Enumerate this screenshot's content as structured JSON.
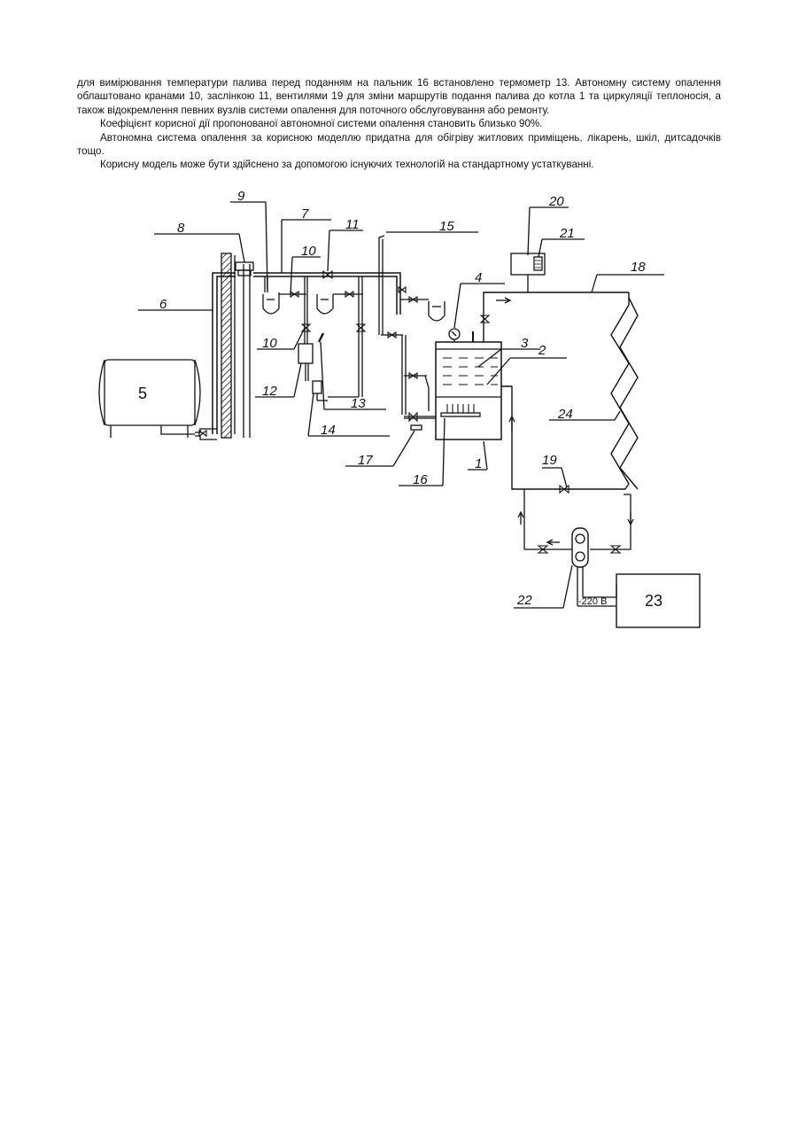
{
  "text": {
    "paragraphs": [
      "для вимірювання температури палива перед поданням на пальник 16 встановлено термометр 13. Автономну систему опалення облаштовано кранами 10, заслінкою 11, вентилями 19 для зміни маршрутів подання палива до котла 1 та циркуляції теплоносія, а також відокремлення певних вузлів системи опалення для поточного обслуговування або ремонту.",
      "Коефіцієнт корисної дії пропонованої автономної системи опалення становить близько 90%.",
      "Автономна система опалення за корисною моделлю придатна для обігріву житлових приміщень, лікарень, шкіл, дитсадочків тощо.",
      "Корисну модель може бути здійснено за допомогою існуючих технологій на стандартному устаткуванні."
    ]
  },
  "figure": {
    "labels": {
      "n1": "1",
      "n2": "2",
      "n3": "3",
      "n4": "4",
      "n5": "5",
      "n6": "6",
      "n7": "7",
      "n8": "8",
      "n9": "9",
      "n10a": "10",
      "n10b": "10",
      "n11": "11",
      "n12": "12",
      "n13": "13",
      "n14": "14",
      "n15": "15",
      "n16": "16",
      "n17": "17",
      "n18": "18",
      "n19": "19",
      "n20": "20",
      "n21": "21",
      "n22": "22",
      "n23": "23",
      "n24": "24",
      "voltage": "-220 В"
    }
  }
}
